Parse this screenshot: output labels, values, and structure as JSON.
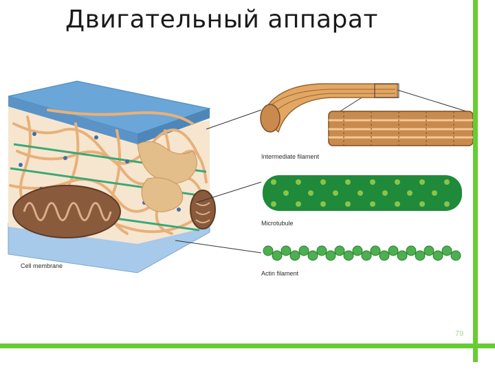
{
  "slide": {
    "title": "Двигательный аппарат",
    "page_number": "79"
  },
  "figure": {
    "labels": {
      "intermediate_filament": "Intermediate filament",
      "microtubule": "Microtubule",
      "actin_filament": "Actin filament",
      "cell_membrane": "Cell membrane"
    },
    "colors": {
      "membrane_top": "#6aa6d8",
      "membrane_bottom": "#a7c9ea",
      "cytoskeleton": "#e8b07a",
      "mitochondrion": "#8a5a3c",
      "intermediate_filament": "#c98a4d",
      "microtubule_dark": "#1f8a3a",
      "microtubule_light": "#8bc34a",
      "actin": "#4caf50",
      "accent_green": "#66cc33"
    }
  }
}
